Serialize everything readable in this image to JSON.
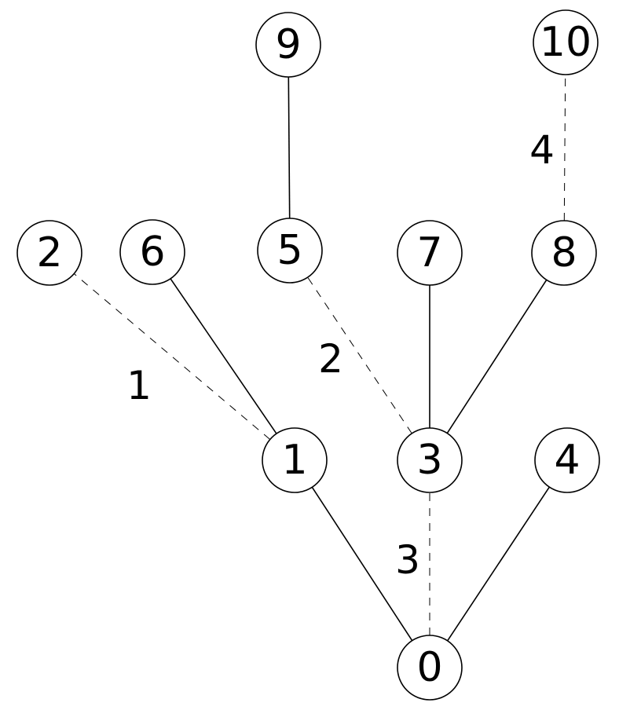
{
  "nodes": [
    {
      "id": "0",
      "label": "0"
    },
    {
      "id": "1",
      "label": "1"
    },
    {
      "id": "2",
      "label": "2"
    },
    {
      "id": "3",
      "label": "3"
    },
    {
      "id": "4",
      "label": "4"
    },
    {
      "id": "5",
      "label": "5"
    },
    {
      "id": "6",
      "label": "6"
    },
    {
      "id": "7",
      "label": "7"
    },
    {
      "id": "8",
      "label": "8"
    },
    {
      "id": "9",
      "label": "9"
    },
    {
      "id": "10",
      "label": "10"
    }
  ],
  "edges": [
    {
      "from": "0",
      "to": "1",
      "style": "solid",
      "label": ""
    },
    {
      "from": "0",
      "to": "3",
      "style": "dashed",
      "label": "3"
    },
    {
      "from": "0",
      "to": "4",
      "style": "solid",
      "label": ""
    },
    {
      "from": "1",
      "to": "2",
      "style": "dashed",
      "label": "1"
    },
    {
      "from": "1",
      "to": "6",
      "style": "solid",
      "label": ""
    },
    {
      "from": "3",
      "to": "5",
      "style": "dashed",
      "label": "2"
    },
    {
      "from": "3",
      "to": "7",
      "style": "solid",
      "label": ""
    },
    {
      "from": "3",
      "to": "8",
      "style": "solid",
      "label": ""
    },
    {
      "from": "5",
      "to": "9",
      "style": "solid",
      "label": ""
    },
    {
      "from": "8",
      "to": "10",
      "style": "dashed",
      "label": "4"
    }
  ]
}
